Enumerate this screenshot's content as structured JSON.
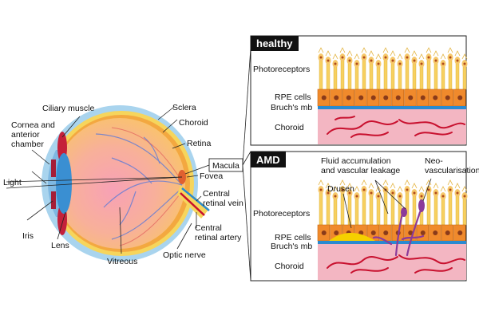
{
  "eye": {
    "labels": {
      "ciliary_muscle": [
        "Ciliary muscle"
      ],
      "cornea": [
        "Cornea and",
        "anterior",
        "chamber"
      ],
      "light": [
        "Light"
      ],
      "iris": [
        "Iris"
      ],
      "lens": [
        "Lens"
      ],
      "vitreous": [
        "Vitreous"
      ],
      "sclera": [
        "Sclera"
      ],
      "choroid": [
        "Choroid"
      ],
      "retina": [
        "Retina"
      ],
      "macula": [
        "Macula"
      ],
      "fovea": [
        "Fovea"
      ],
      "central_vein": [
        "Central",
        "retinal vein"
      ],
      "central_artery": [
        "Central",
        "retinal artery"
      ],
      "optic_nerve": [
        "Optic nerve"
      ]
    }
  },
  "healthy": {
    "title": "healthy",
    "labels": {
      "photoreceptors": [
        "Photoreceptors"
      ],
      "rpe": [
        "RPE cells"
      ],
      "bruchs": [
        "Bruch's mb"
      ],
      "choroid": [
        "Choroid"
      ]
    }
  },
  "amd": {
    "title": "AMD",
    "labels": {
      "fluid": [
        "Fluid accumulation",
        "and vascular leakage"
      ],
      "neo": [
        "Neo-",
        "vascularisation"
      ],
      "drusen": [
        "Drusen"
      ],
      "photoreceptors": [
        "Photoreceptors"
      ],
      "rpe": [
        "RPE cells"
      ],
      "bruchs": [
        "Bruch's mb"
      ],
      "choroid": [
        "Choroid"
      ]
    }
  },
  "colors": {
    "rpe": "#f08a2c",
    "bruchs": "#2a8ad0",
    "choroid_fill": "#f3b6c2",
    "vessel": "#c8102e",
    "photoreceptor": "#f7d060",
    "drusen": "#f5d000",
    "neo": "#8b3a9a",
    "sclera": "#a9d4ee",
    "eye_body": "#f9c58a"
  }
}
